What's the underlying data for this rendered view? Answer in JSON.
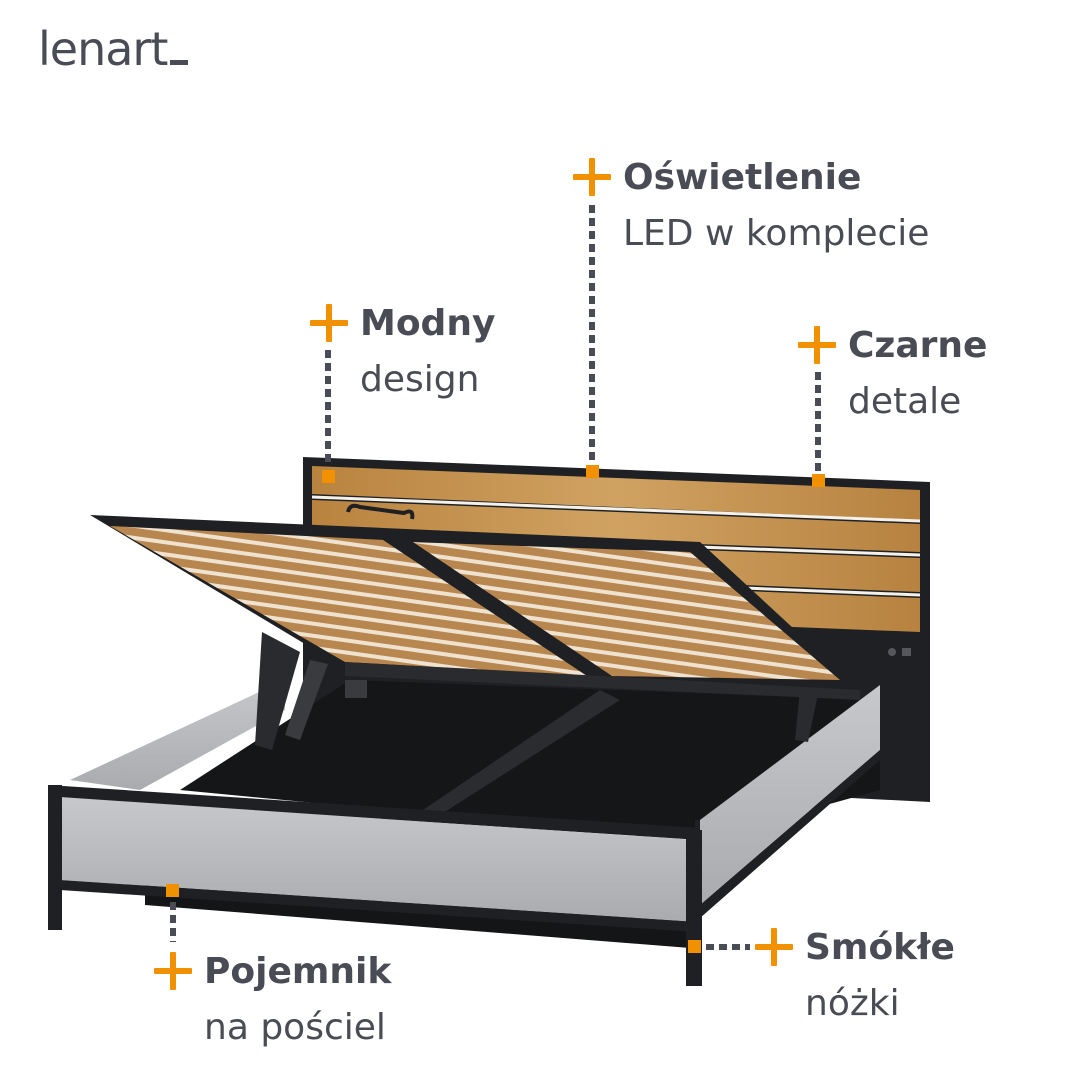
{
  "brand": {
    "logo_text": "lenart"
  },
  "features": {
    "lighting": {
      "title": "Oświetlenie",
      "subtitle": "LED w komplecie"
    },
    "design": {
      "title": "Modny",
      "subtitle": "design"
    },
    "black_details": {
      "title": "Czarne",
      "subtitle": "detale"
    },
    "storage": {
      "title": "Pojemnik",
      "subtitle": "na pościel"
    },
    "legs": {
      "title": "Smókłe",
      "subtitle": "nóżki"
    }
  },
  "colors": {
    "accent": "#f29100",
    "text": "#4a4c55",
    "frame_black": "#1f2023",
    "panel_grey": "#b9bbbe",
    "oak": "#c4924f"
  },
  "icons": {
    "feature_marker": "plus-icon"
  }
}
